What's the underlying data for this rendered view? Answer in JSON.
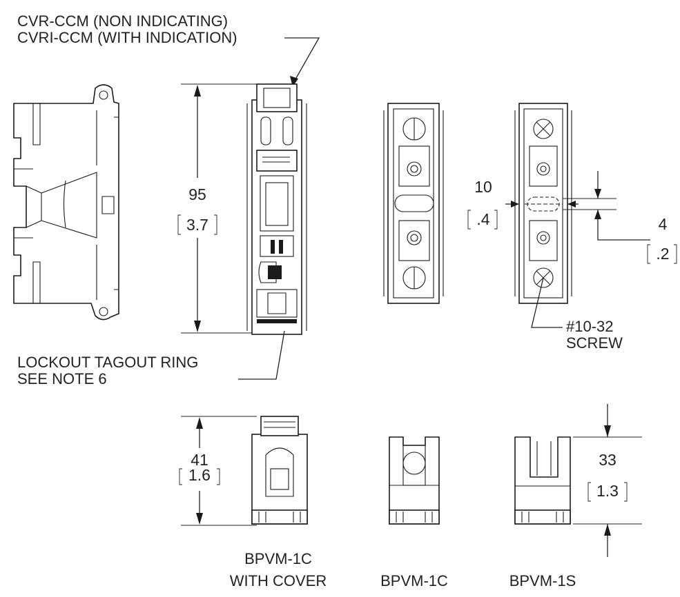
{
  "callouts": {
    "cover_line1": "CVR-CCM (NON INDICATING)",
    "cover_line2": "CVRI-CCM (WITH INDICATION)",
    "lockout_line1": "LOCKOUT TAGOUT RING",
    "lockout_line2": "SEE NOTE 6",
    "screw_line1": "#10-32",
    "screw_line2": "SCREW"
  },
  "dimensions": {
    "height_mm": "95",
    "height_in": "3.7",
    "width_mm": "10",
    "width_in": ".4",
    "slot_mm": "4",
    "slot_in": ".2",
    "cover_depth_mm": "41",
    "cover_depth_in": "1.6",
    "base_depth_mm": "33",
    "base_depth_in": "1.3"
  },
  "captions": {
    "bpvm_1c_cover_line1": "BPVM-1C",
    "bpvm_1c_cover_line2": "WITH COVER",
    "bpvm_1c": "BPVM-1C",
    "bpvm_1s": "BPVM-1S"
  },
  "colors": {
    "ink": "#1a1a1a",
    "background": "#ffffff"
  }
}
